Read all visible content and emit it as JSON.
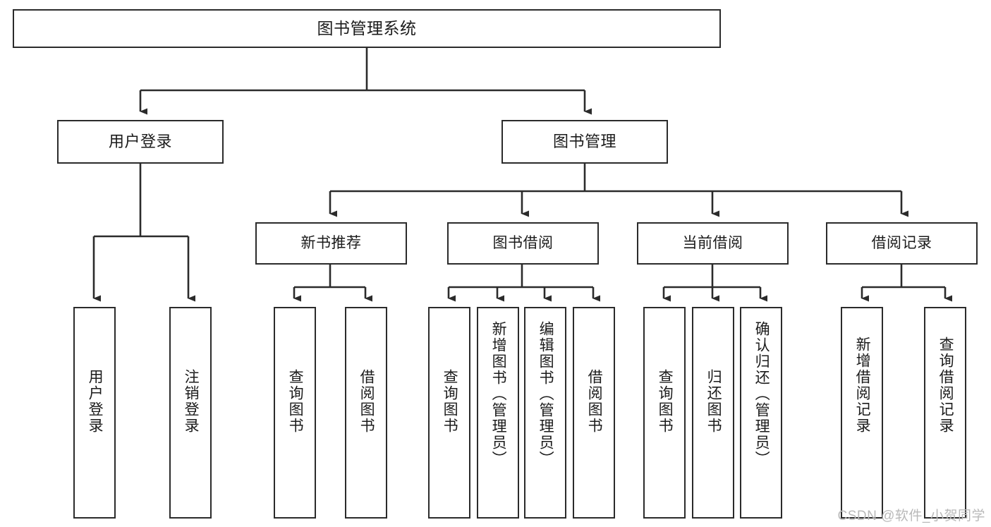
{
  "diagram": {
    "title": "图书管理系统",
    "type": "tree",
    "orientation": "top-down",
    "colors": {
      "box_border": "#2b2b2b",
      "box_fill": "#ffffff",
      "edge": "#2b2b2b",
      "text": "#1b1b1b",
      "watermark": "#b9b9b9"
    },
    "nodes": {
      "root": {
        "label": "图书管理系统"
      },
      "level2": [
        {
          "id": "user_login",
          "label": "用户登录"
        },
        {
          "id": "book_manage",
          "label": "图书管理"
        }
      ],
      "level3": [
        {
          "id": "new_book_rec",
          "label": "新书推荐"
        },
        {
          "id": "book_borrow",
          "label": "图书借阅"
        },
        {
          "id": "current_borrow",
          "label": "当前借阅"
        },
        {
          "id": "borrow_record",
          "label": "借阅记录"
        }
      ],
      "leaves": [
        {
          "id": "leaf_user_login",
          "label": "用户登录",
          "parent": "user_login"
        },
        {
          "id": "leaf_user_logout",
          "label": "注销登录",
          "parent": "user_login"
        },
        {
          "id": "leaf_query_book_1",
          "label": "查询图书",
          "parent": "new_book_rec"
        },
        {
          "id": "leaf_borrow_book_1",
          "label": "借阅图书",
          "parent": "new_book_rec"
        },
        {
          "id": "leaf_query_book_2",
          "label": "查询图书",
          "parent": "book_borrow"
        },
        {
          "id": "leaf_add_book",
          "label": "新增图书（管理员）",
          "parent": "book_borrow"
        },
        {
          "id": "leaf_edit_book",
          "label": "编辑图书（管理员）",
          "parent": "book_borrow"
        },
        {
          "id": "leaf_borrow_book_2",
          "label": "借阅图书",
          "parent": "book_borrow"
        },
        {
          "id": "leaf_query_book_3",
          "label": "查询图书",
          "parent": "current_borrow"
        },
        {
          "id": "leaf_return_book",
          "label": "归还图书",
          "parent": "current_borrow"
        },
        {
          "id": "leaf_confirm_return",
          "label": "确认归还（管理员）",
          "parent": "current_borrow"
        },
        {
          "id": "leaf_add_record",
          "label": "新增借阅记录",
          "parent": "borrow_record"
        },
        {
          "id": "leaf_query_record",
          "label": "查询借阅记录",
          "parent": "borrow_record"
        }
      ]
    },
    "watermark": "CSDN @软件_小贺同学"
  }
}
